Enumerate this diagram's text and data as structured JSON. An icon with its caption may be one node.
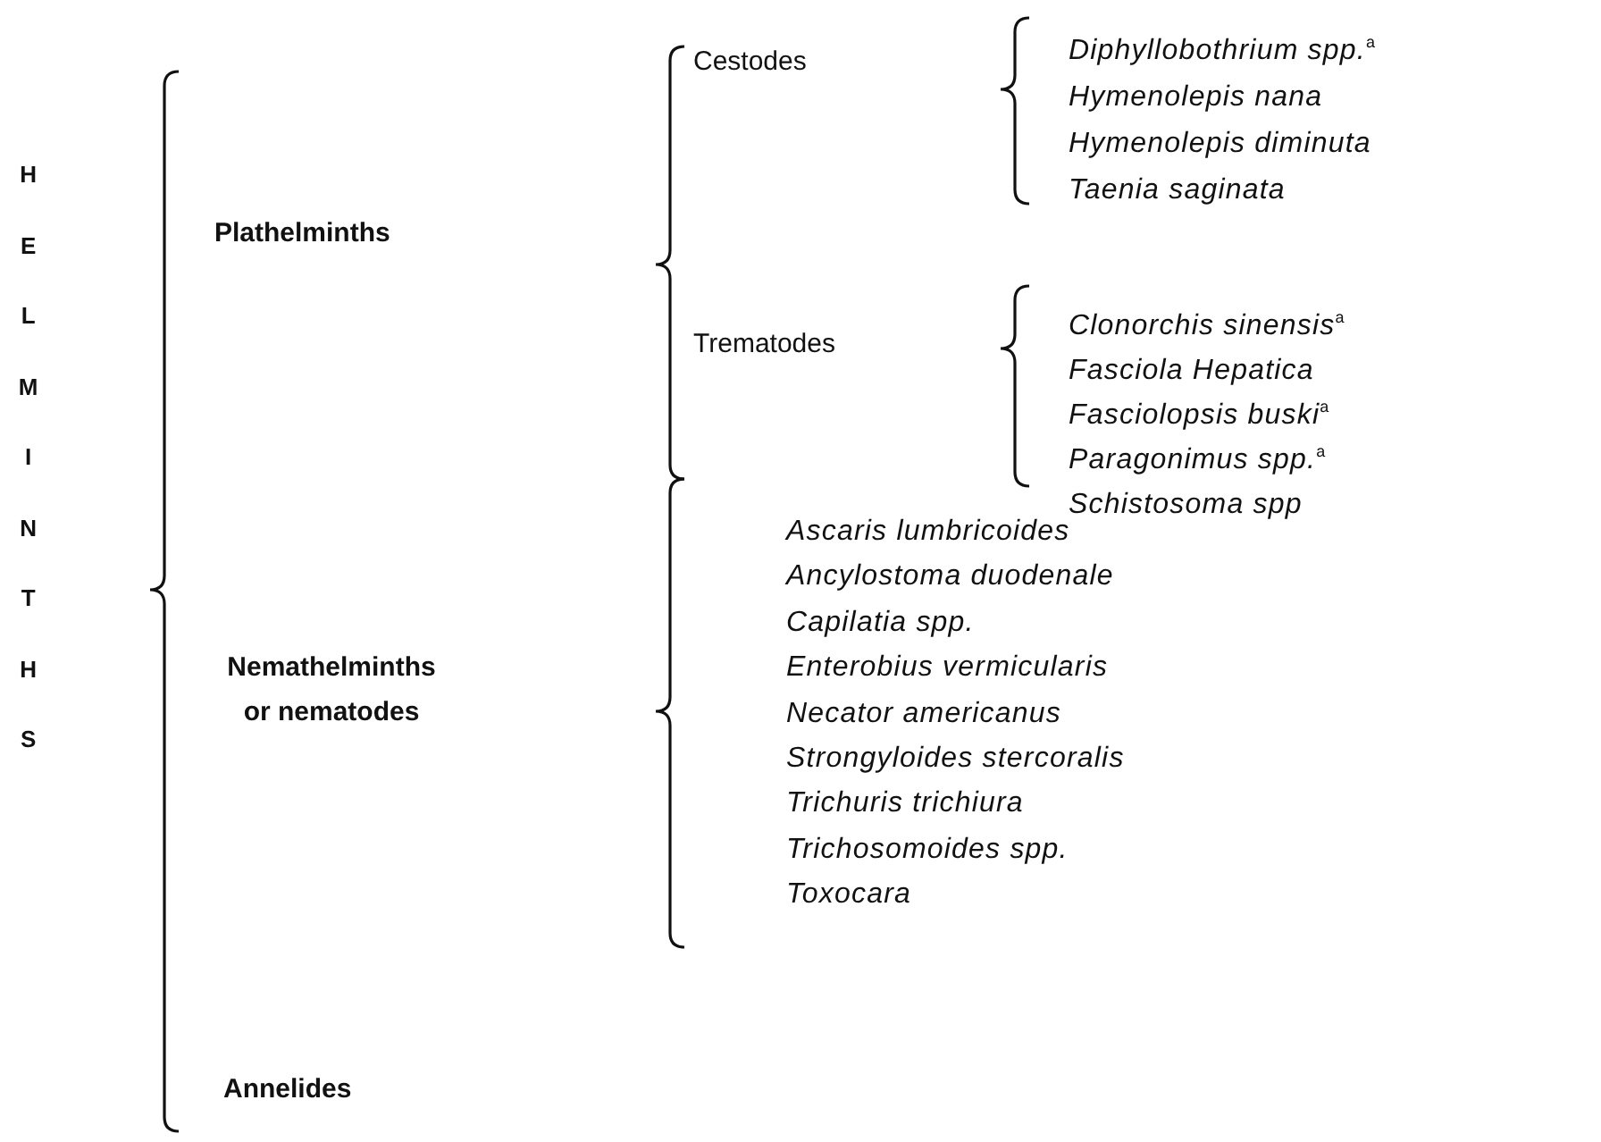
{
  "diagram": {
    "labels": [
      "HELMINTHS",
      "Cestodes",
      "*Diphyllobothrium* spp.$^{a}$",
      "Hymenolepis nana",
      "Hymenolepis diminuta",
      "Taenia saginata",
      "Plathelminths",
      "Trematodes",
      "*Clonorchis sinensis*$^{a}$",
      "Fasciola Hepatica",
      "*Fasciolopsis buski*$^{a}$",
      "*Paragonimus* spp.$^{a}$",
      "Schistosoma spp",
      "Nemathelminths or nematodes",
      "Ascaris lumbricoides",
      "Ancylostoma duodenale",
      "Capilatia spp.",
      "Enterobius vermicularis",
      "Necator americanus",
      "Strongyloides stercoralis",
      "Trichuris trichiura",
      "*Trichosomoides* spp.",
      "Toxocara",
      "Annelides"
    ]
  }
}
